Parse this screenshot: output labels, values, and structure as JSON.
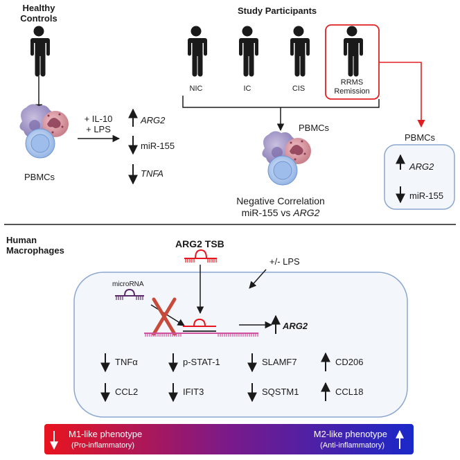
{
  "top": {
    "healthy_controls": [
      "Healthy",
      "Controls"
    ],
    "study_participants": "Study Participants",
    "groups": {
      "nic": "NIC",
      "ic": "IC",
      "cis": "CIS",
      "rrms": [
        "RRMS",
        "Remission"
      ]
    },
    "treatment": [
      "+ IL-10",
      "+ LPS"
    ],
    "treatment_results": [
      {
        "direction": "up",
        "label": "ARG2",
        "italic": true
      },
      {
        "direction": "down",
        "label": "miR-155",
        "italic": false
      },
      {
        "direction": "down",
        "label": "TNFA",
        "italic": true
      }
    ],
    "pbmcs_left": "PBMCs",
    "pbmcs_center": "PBMCs",
    "correlation": [
      "Negative Correlation",
      "miR-155 vs ",
      "ARG2"
    ],
    "pbmcs_right": "PBMCs",
    "rrms_results": [
      {
        "direction": "up",
        "label": "ARG2",
        "italic": true
      },
      {
        "direction": "down",
        "label": "miR-155",
        "italic": false
      }
    ]
  },
  "bottom": {
    "human_macrophages": [
      "Human",
      "Macrophages"
    ],
    "tsb_label": "ARG2 TSB",
    "lps_label": "+/- LPS",
    "microrna_label": "microRNA",
    "arg2_result": "ARG2",
    "markers": [
      {
        "direction": "down",
        "label": "TNFα"
      },
      {
        "direction": "down",
        "label": "CCL2"
      },
      {
        "direction": "down",
        "label": "p-STAT-1"
      },
      {
        "direction": "down",
        "label": "IFIT3"
      },
      {
        "direction": "down",
        "label": "SLAMF7"
      },
      {
        "direction": "down",
        "label": "SQSTM1"
      },
      {
        "direction": "up",
        "label": "CD206"
      },
      {
        "direction": "up",
        "label": "CCL18"
      }
    ]
  },
  "phenotype_bar": {
    "m1_title": "M1-like phenotype",
    "m1_sub": "(Pro-inflammatory)",
    "m2_title": "M2-like phenotype",
    "m2_sub": "(Anti-inflammatory)"
  },
  "colors": {
    "rrms_highlight": "#e02020",
    "cell_box_border": "#8aa6d1",
    "cell_box_fill": "#f3f7fb",
    "bar_left": "#e8141e",
    "bar_right": "#1a28c8",
    "tsb_red": "#e8141e",
    "mrna_pink": "#d050a0",
    "microrna_purple": "#5a2a6a"
  }
}
